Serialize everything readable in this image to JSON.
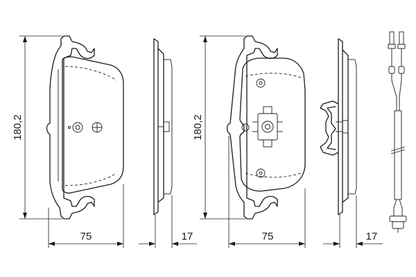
{
  "dimensions": {
    "height_left": "180,2",
    "width_left": "75",
    "thickness_left": "17",
    "height_right": "180,2",
    "width_right": "75",
    "thickness_right": "17"
  }
}
